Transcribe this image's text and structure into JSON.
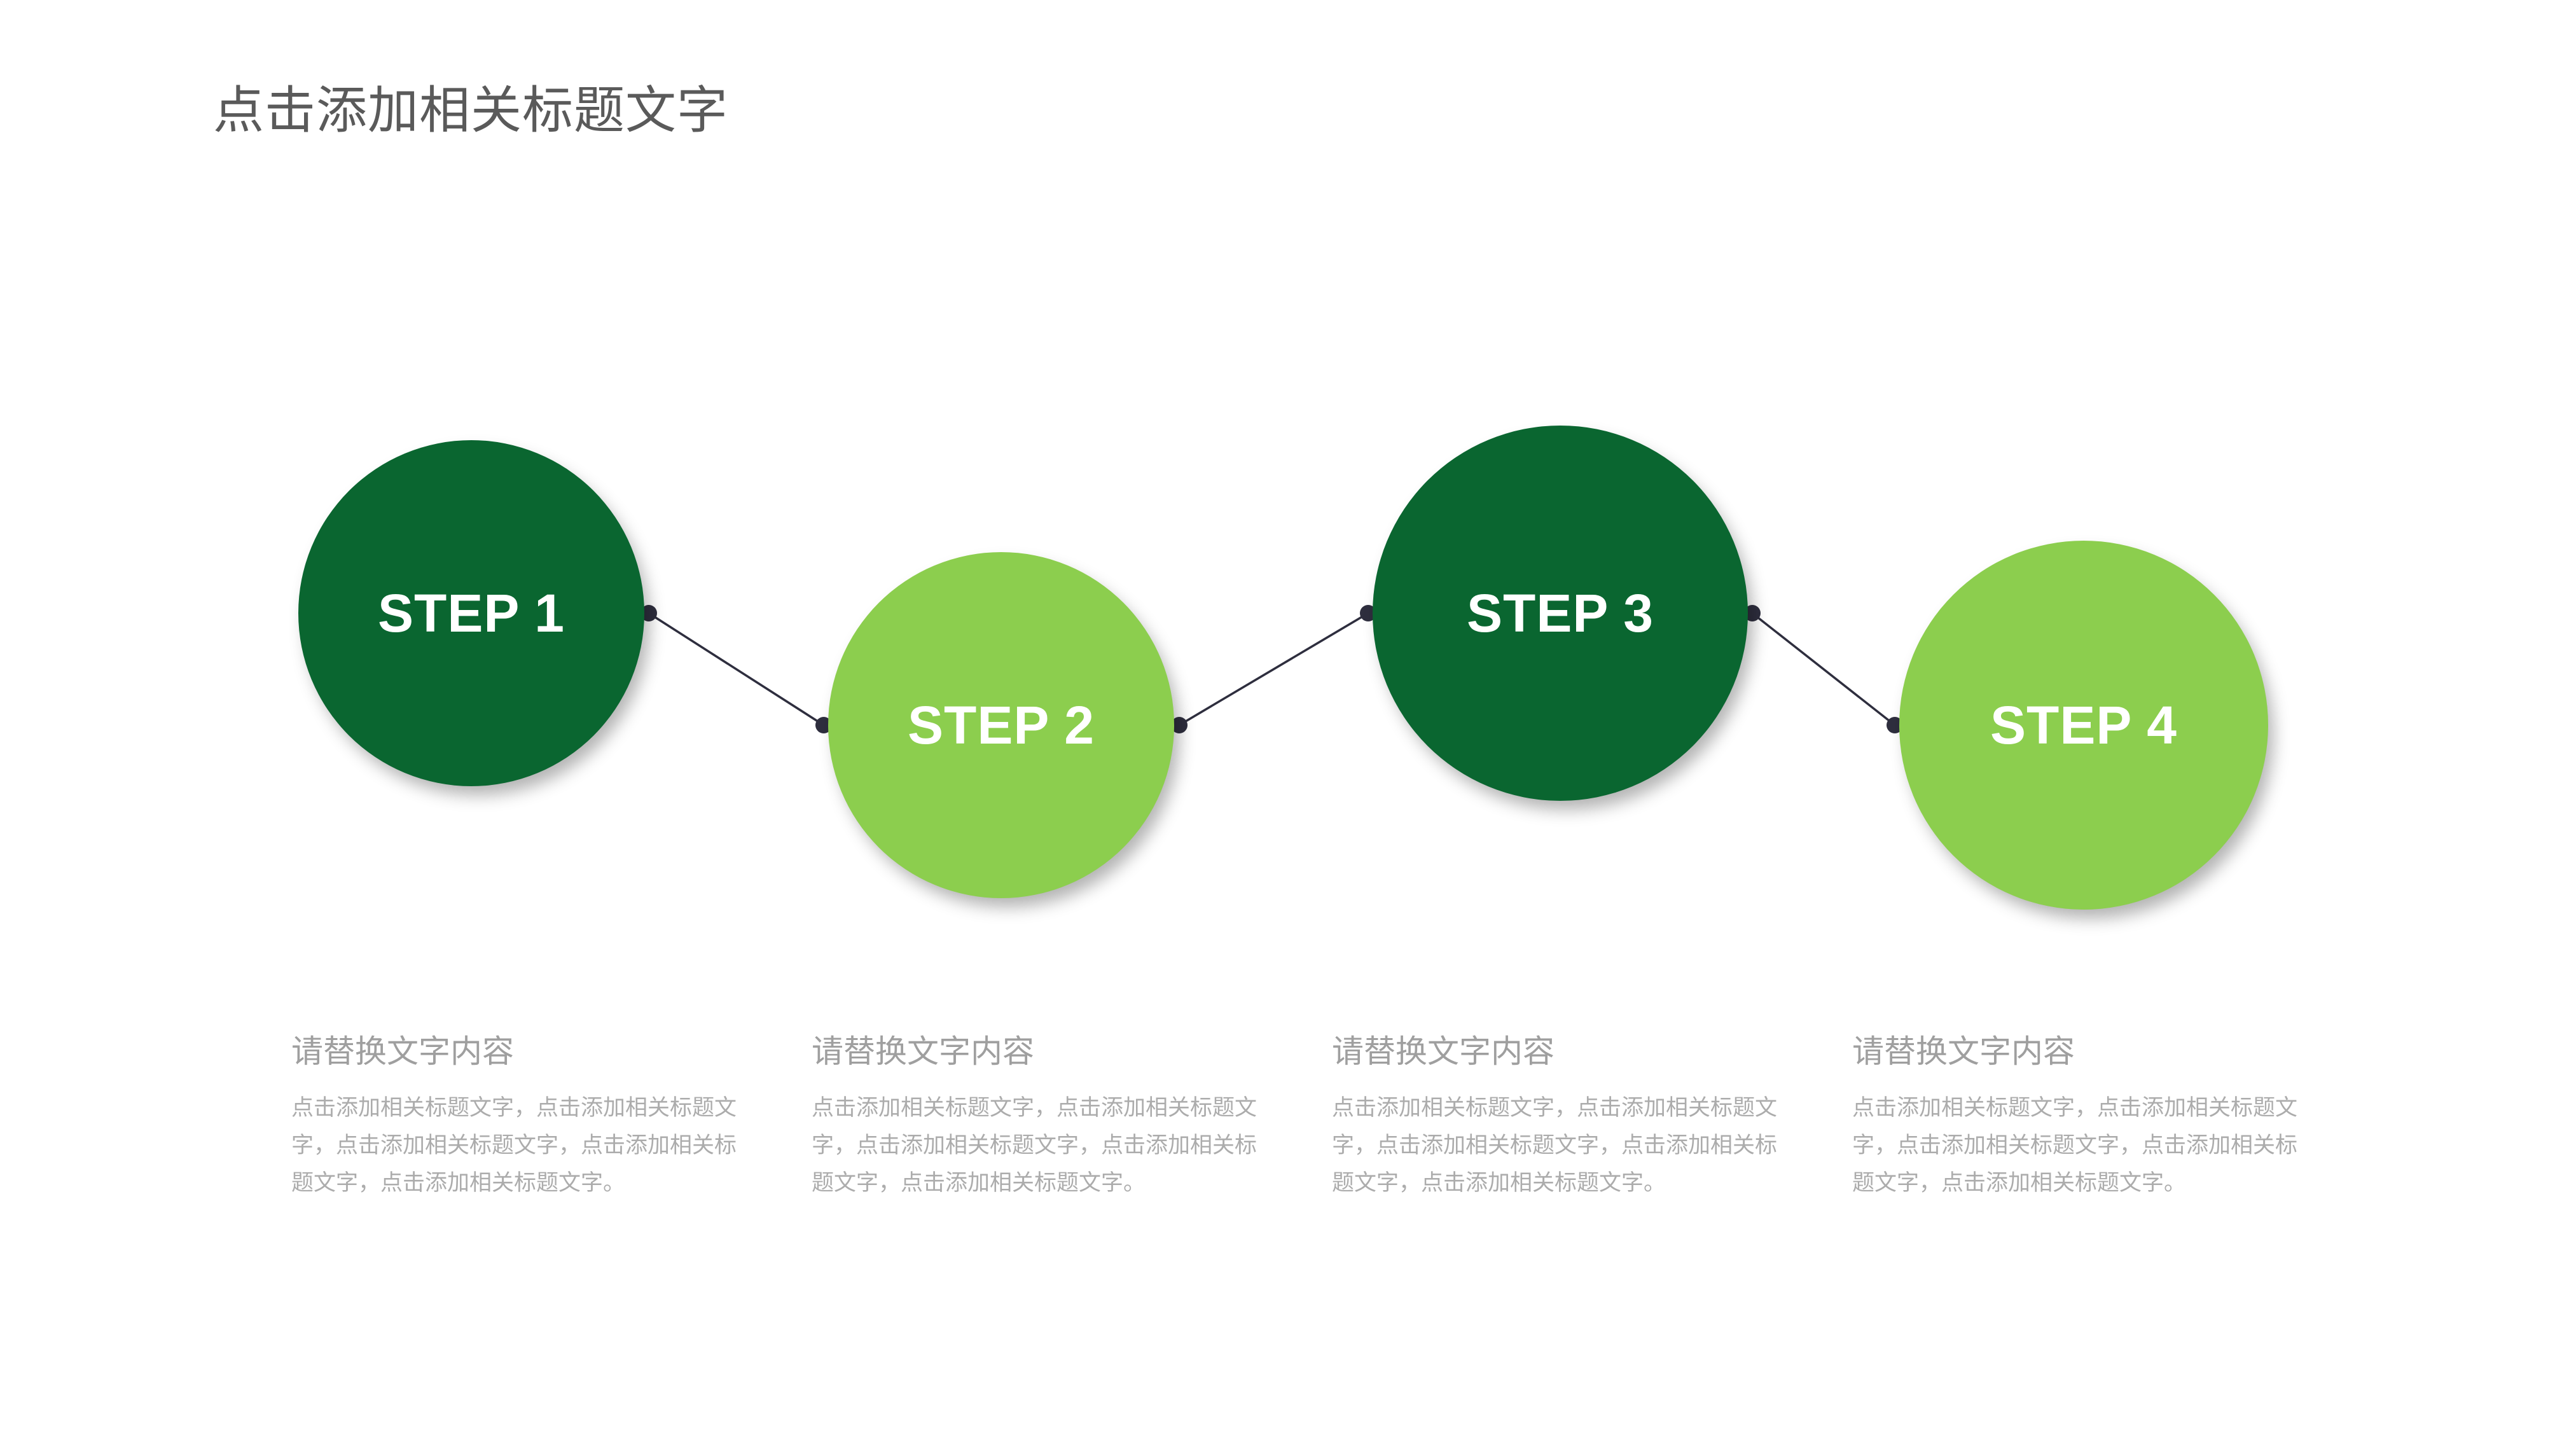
{
  "slide": {
    "title": "点击添加相关标题文字",
    "colors": {
      "dark-green": "#0A6630",
      "light-green": "#8CCE4E",
      "connector": "#2E2E3E",
      "title-text": "#5A5A5A",
      "placeholder-heading": "#9F9F9F",
      "placeholder-body": "#ACACAC",
      "step-label": "#FFFFFF"
    },
    "steps": [
      {
        "label": "STEP 1",
        "variant": "dark",
        "heading": "请替换文字内容",
        "body": "点击添加相关标题文字，点击添加相关标题文字，点击添加相关标题文字，点击添加相关标题文字，点击添加相关标题文字。"
      },
      {
        "label": "STEP 2",
        "variant": "light",
        "heading": "请替换文字内容",
        "body": "点击添加相关标题文字，点击添加相关标题文字，点击添加相关标题文字，点击添加相关标题文字，点击添加相关标题文字。"
      },
      {
        "label": "STEP 3",
        "variant": "dark",
        "heading": "请替换文字内容",
        "body": "点击添加相关标题文字，点击添加相关标题文字，点击添加相关标题文字，点击添加相关标题文字，点击添加相关标题文字。"
      },
      {
        "label": "STEP 4",
        "variant": "light",
        "heading": "请替换文字内容",
        "body": "点击添加相关标题文字，点击添加相关标题文字，点击添加相关标题文字，点击添加相关标题文字，点击添加相关标题文字。"
      }
    ]
  }
}
